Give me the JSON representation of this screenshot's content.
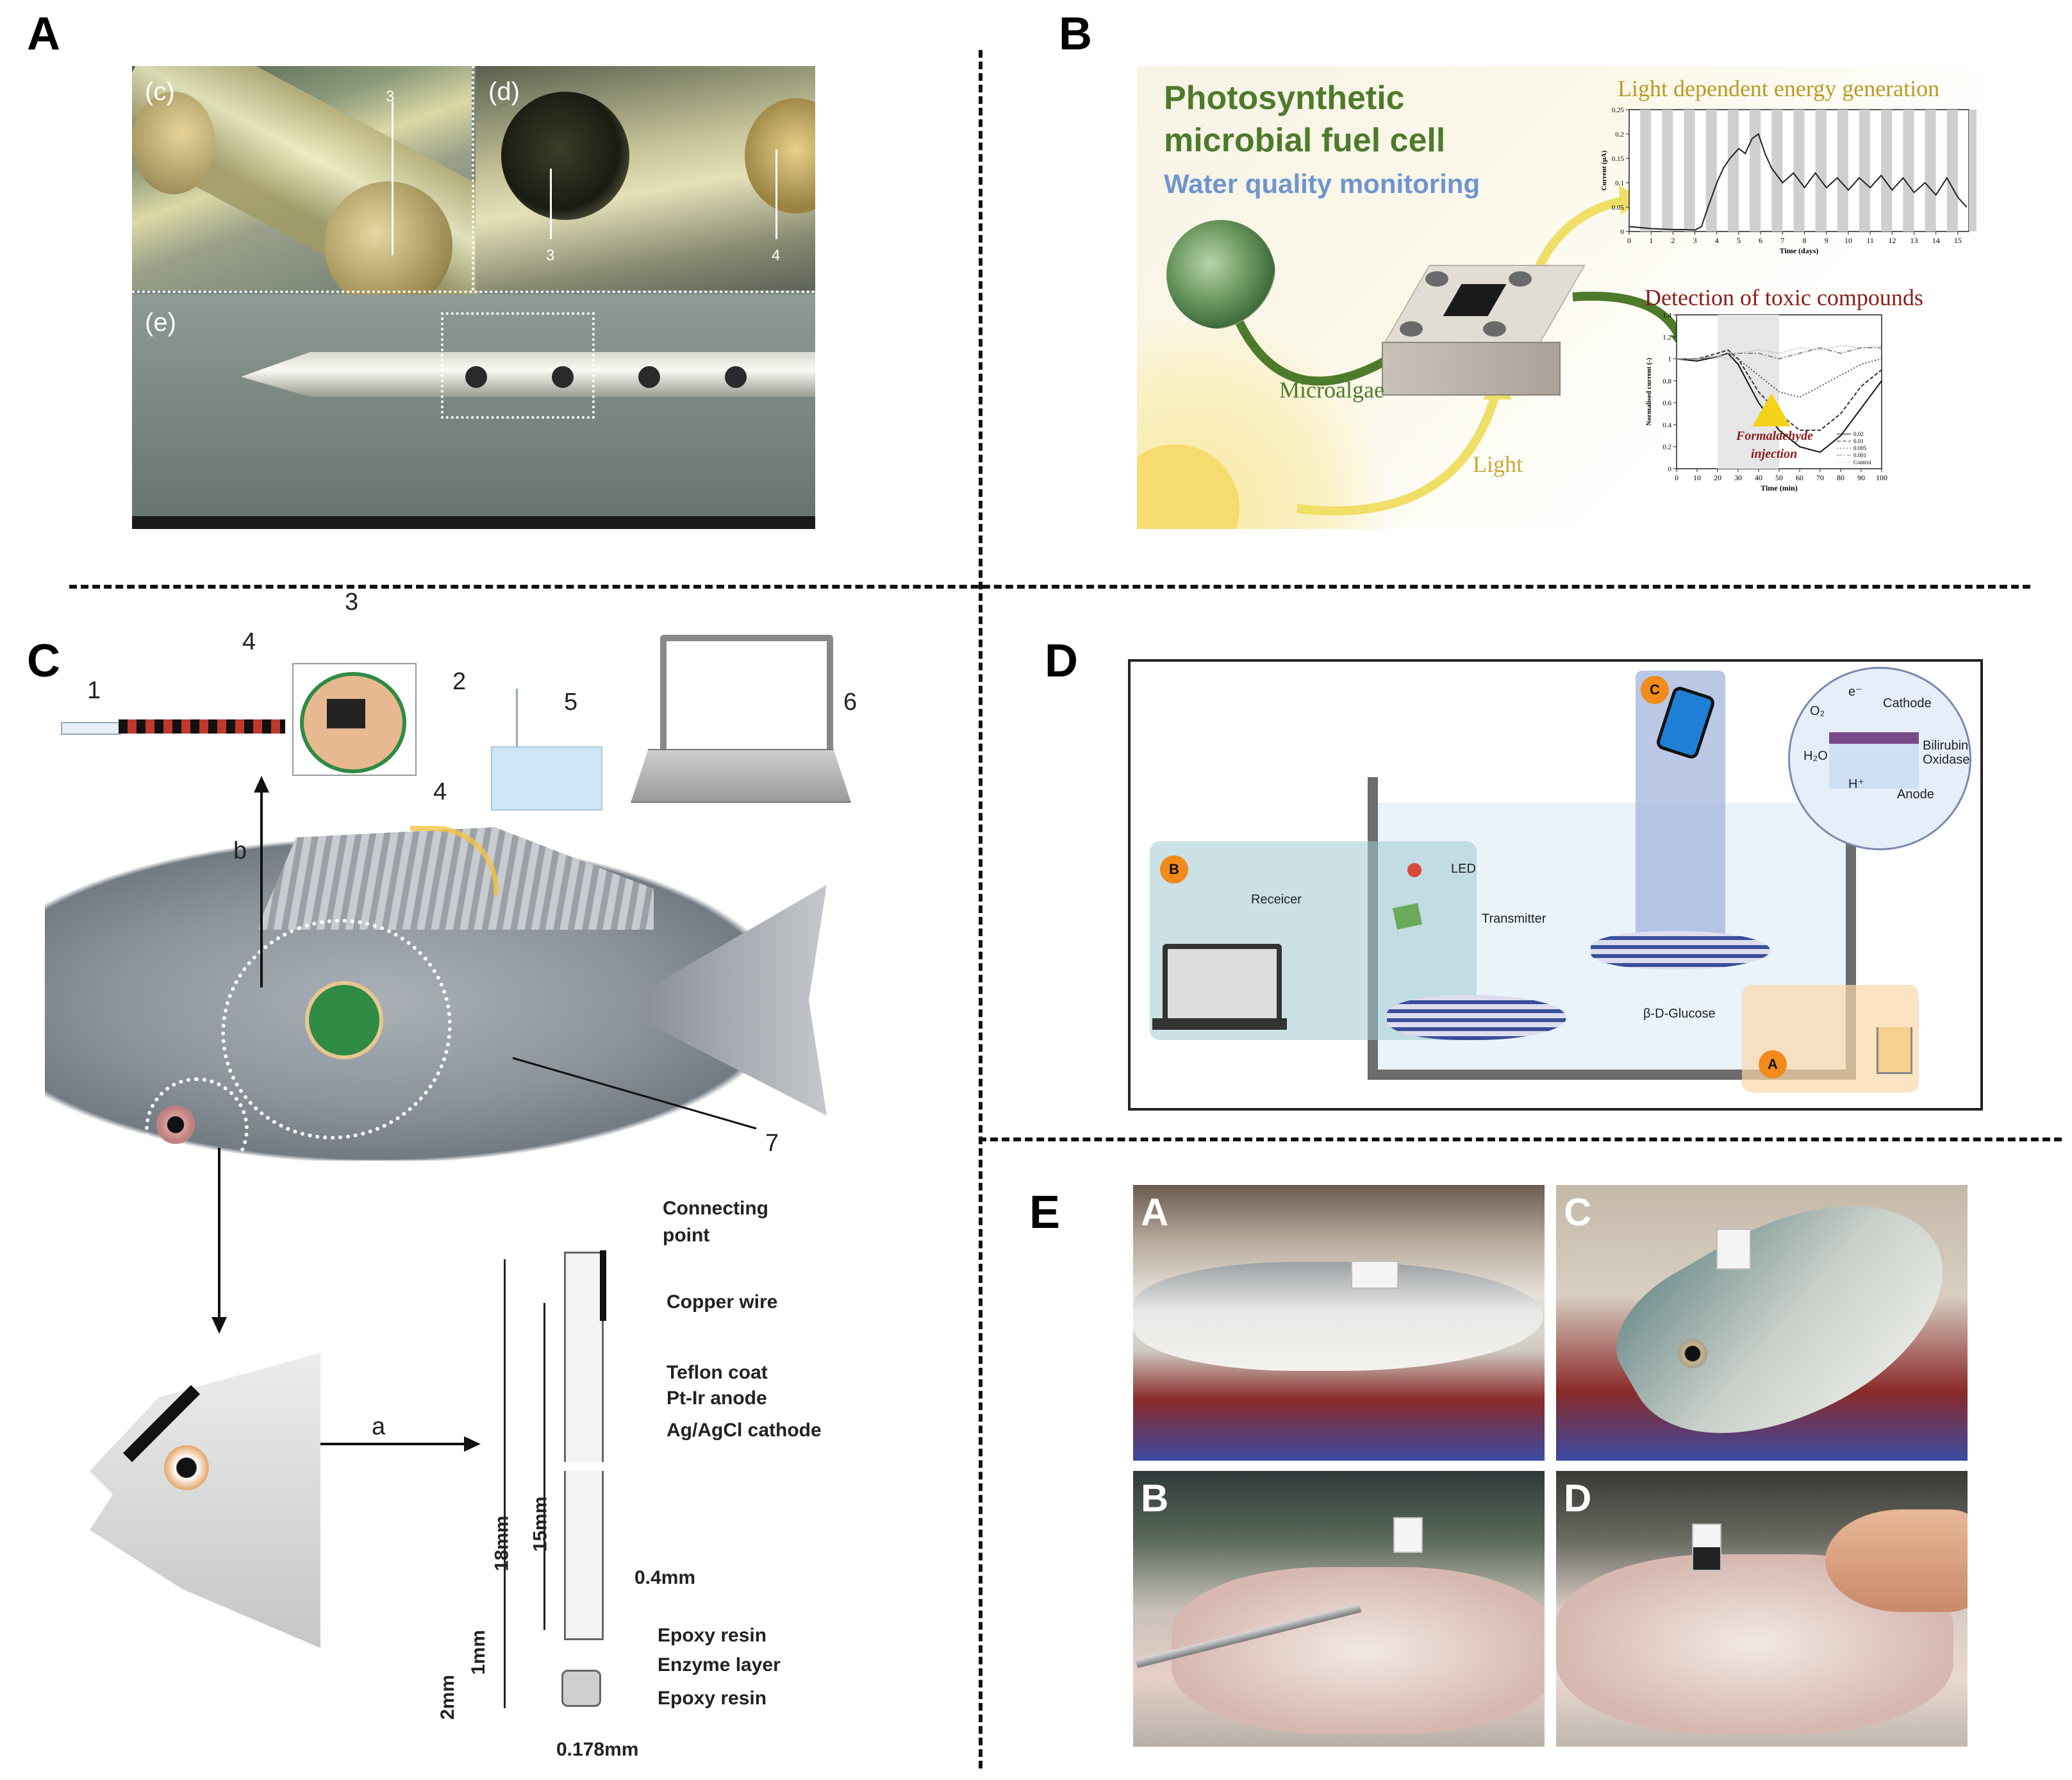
{
  "panels": {
    "A": {
      "letter": "A",
      "sublabels": [
        "(c)",
        "(d)",
        "(e)"
      ],
      "callouts": [
        "3",
        "3",
        "4"
      ]
    },
    "B": {
      "letter": "B",
      "title_line1": "Photosynthetic",
      "title_line2": "microbial fuel cell",
      "subtitle": "Water quality monitoring",
      "label_microalgae": "Microalgae",
      "label_light": "Light",
      "chart1_title": "Light dependent energy generation",
      "chart2_title": "Detection of toxic compounds",
      "hazard_label_1": "Formaldehyde",
      "hazard_label_2": "injection"
    },
    "C": {
      "letter": "C",
      "numbers": [
        "1",
        "2",
        "3",
        "4",
        "4",
        "5",
        "6",
        "7"
      ],
      "arrow_a": "a",
      "arrow_b": "b",
      "labels": {
        "connecting_1": "Connecting",
        "connecting_2": "point",
        "copper": "Copper wire",
        "teflon": "Teflon coat",
        "ptir": "Pt-Ir    anode",
        "agcl": "Ag/AgCl    cathode",
        "d18": "18mm",
        "d15": "15mm",
        "d04": "0.4mm",
        "epoxy1": "Epoxy resin",
        "enzyme": "Enzyme layer",
        "epoxy2": "Epoxy resin",
        "d1": "1mm",
        "d2": "2mm",
        "d0178": "0.178mm"
      }
    },
    "D": {
      "letter": "D",
      "badges": [
        "C",
        "B",
        "A"
      ],
      "labels": {
        "cathode": "Cathode",
        "bilirubin_1": "Bilirubin",
        "bilirubin_2": "Oxidase",
        "anode": "Anode",
        "o2": "O₂",
        "h2o": "H₂O",
        "hplus": "H⁺",
        "eminus": "e⁻",
        "led": "LED",
        "receiver": "Receicer",
        "transmitter": "Transmitter",
        "glucose": "β-D-Glucose"
      }
    },
    "E": {
      "letter": "E",
      "photo_letters": [
        "A",
        "C",
        "B",
        "D"
      ]
    }
  },
  "chart_data": [
    {
      "type": "line",
      "title": "Light dependent energy generation",
      "xlabel": "Time (days)",
      "ylabel": "Current (μA)",
      "xlim": [
        0,
        15.5
      ],
      "ylim": [
        0,
        0.25
      ],
      "x_ticks": [
        "0",
        "1",
        "2",
        "3",
        "4",
        "5",
        "6",
        "7",
        "8",
        "9",
        "10",
        "11",
        "12",
        "13",
        "14",
        "15"
      ],
      "y_ticks": [
        "0",
        "0.05",
        "0.1",
        "0.15",
        "0.2",
        "0.25"
      ],
      "series": [
        {
          "x": [
            0,
            0.5,
            1,
            1.5,
            2,
            2.5,
            3,
            3.3,
            3.6,
            4,
            4.3,
            4.6,
            5,
            5.3,
            5.6,
            5.9,
            6.2,
            6.5,
            7,
            7.5,
            8,
            8.5,
            9,
            9.5,
            10,
            10.5,
            11,
            11.5,
            12,
            12.5,
            13,
            13.5,
            14,
            14.5,
            15,
            15.4
          ],
          "y": [
            0.01,
            0.008,
            0.006,
            0.005,
            0.004,
            0.004,
            0.003,
            0.01,
            0.05,
            0.1,
            0.13,
            0.15,
            0.17,
            0.16,
            0.19,
            0.2,
            0.16,
            0.13,
            0.1,
            0.12,
            0.09,
            0.12,
            0.09,
            0.11,
            0.085,
            0.11,
            0.09,
            0.115,
            0.085,
            0.11,
            0.08,
            0.1,
            0.075,
            0.11,
            0.07,
            0.05
          ]
        }
      ]
    },
    {
      "type": "line",
      "title": "Detection of toxic compounds",
      "xlabel": "Time (min)",
      "ylabel": "Normalised current (-)",
      "xlim": [
        0,
        100
      ],
      "ylim": [
        0,
        1.4
      ],
      "x_ticks": [
        "0",
        "10",
        "20",
        "30",
        "40",
        "50",
        "60",
        "70",
        "80",
        "90",
        "100"
      ],
      "y_ticks": [
        "0",
        "0.2",
        "0.4",
        "0.6",
        "0.8",
        "1",
        "1.2",
        "1.4"
      ],
      "series": [
        {
          "name": "0.02",
          "x": [
            0,
            10,
            20,
            25,
            30,
            40,
            50,
            60,
            70,
            80,
            90,
            100
          ],
          "y": [
            1.0,
            0.98,
            1.02,
            1.05,
            0.95,
            0.6,
            0.35,
            0.2,
            0.15,
            0.3,
            0.55,
            0.8
          ]
        },
        {
          "name": "0.01",
          "x": [
            0,
            10,
            20,
            25,
            30,
            40,
            50,
            60,
            70,
            80,
            90,
            100
          ],
          "y": [
            1.0,
            1.0,
            1.05,
            1.08,
            1.0,
            0.7,
            0.5,
            0.35,
            0.35,
            0.5,
            0.75,
            0.9
          ]
        },
        {
          "name": "0.005",
          "x": [
            0,
            10,
            20,
            25,
            30,
            40,
            50,
            60,
            70,
            80,
            90,
            100
          ],
          "y": [
            1.0,
            1.0,
            1.02,
            1.05,
            1.0,
            0.85,
            0.7,
            0.65,
            0.75,
            0.85,
            0.95,
            1.0
          ]
        },
        {
          "name": "0.001",
          "x": [
            0,
            10,
            20,
            25,
            30,
            40,
            50,
            60,
            70,
            80,
            90,
            100
          ],
          "y": [
            1.0,
            1.0,
            1.02,
            1.05,
            1.05,
            1.05,
            1.0,
            1.05,
            1.1,
            1.05,
            1.1,
            1.1
          ]
        },
        {
          "name": "Control",
          "x": [
            0,
            10,
            20,
            25,
            30,
            40,
            50,
            60,
            70,
            80,
            90,
            100
          ],
          "y": [
            1.0,
            1.0,
            1.02,
            1.0,
            1.05,
            1.08,
            1.05,
            1.1,
            1.08,
            1.12,
            1.1,
            1.12
          ]
        }
      ]
    }
  ]
}
